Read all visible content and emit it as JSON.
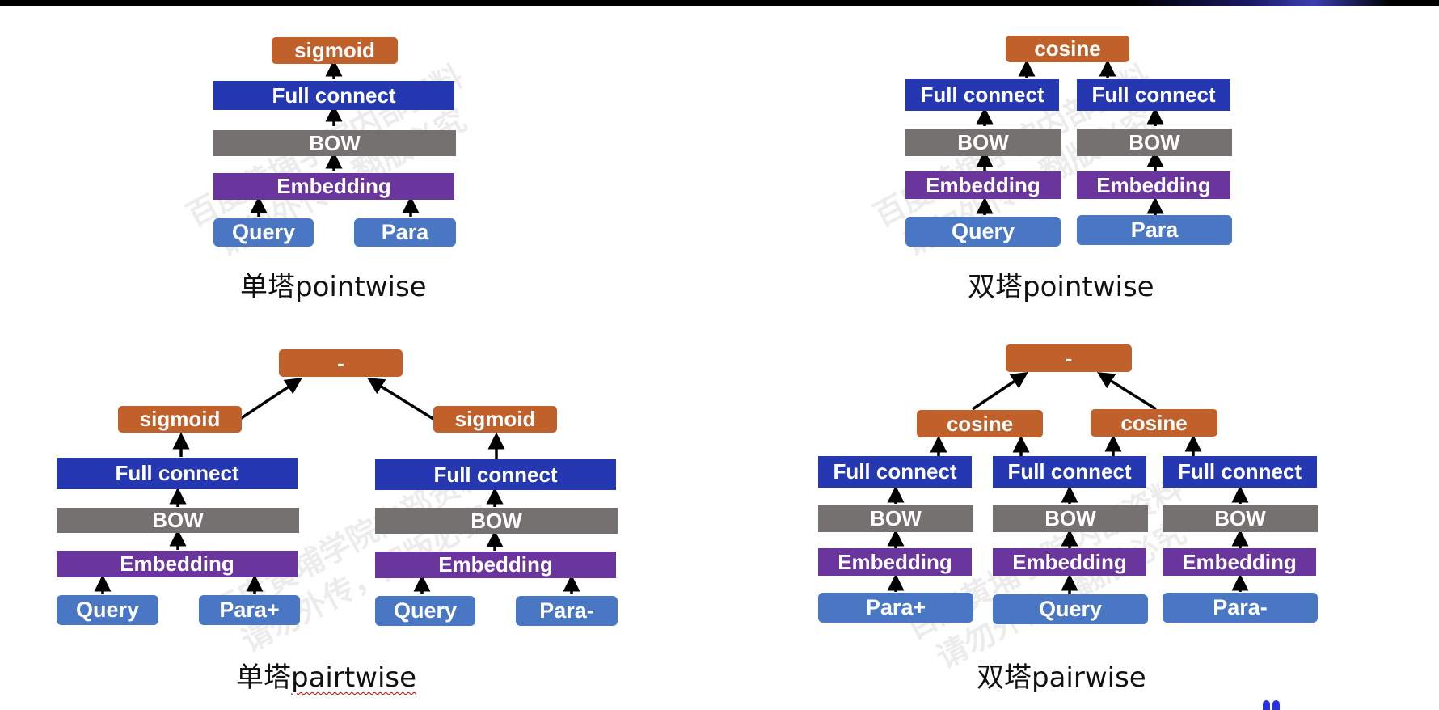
{
  "panels": {
    "tl": {
      "caption_cn": "单塔",
      "caption_en": "pointwise",
      "sigmoid": "sigmoid",
      "fc": "Full connect",
      "bow": "BOW",
      "emb": "Embedding",
      "query": "Query",
      "para": "Para"
    },
    "tr": {
      "caption_cn": "双塔",
      "caption_en": "pointwise",
      "cosine": "cosine",
      "fc_left": "Full connect",
      "fc_right": "Full connect",
      "bow_left": "BOW",
      "bow_right": "BOW",
      "emb_left": "Embedding",
      "emb_right": "Embedding",
      "query": "Query",
      "para": "Para"
    },
    "bl": {
      "caption_cn": "单塔",
      "caption_en": "pairtwise",
      "minus": "-",
      "sigmoid_left": "sigmoid",
      "sigmoid_right": "sigmoid",
      "fc_left": "Full connect",
      "fc_right": "Full connect",
      "bow_left": "BOW",
      "bow_right": "BOW",
      "emb_left": "Embedding",
      "emb_right": "Embedding",
      "query_left": "Query",
      "para_plus": "Para+",
      "query_right": "Query",
      "para_minus": "Para-"
    },
    "br": {
      "caption_cn": "双塔",
      "caption_en": "pairwise",
      "minus": "-",
      "cosine_left": "cosine",
      "cosine_right": "cosine",
      "fc_1": "Full connect",
      "fc_2": "Full connect",
      "fc_3": "Full connect",
      "bow_1": "BOW",
      "bow_2": "BOW",
      "bow_3": "BOW",
      "emb_1": "Embedding",
      "emb_2": "Embedding",
      "emb_3": "Embedding",
      "para_plus": "Para+",
      "query": "Query",
      "para_minus": "Para-"
    }
  },
  "watermark": {
    "line1": "百度黄埔学院内部资料",
    "line2": "请勿外传，翻版必究"
  },
  "colors": {
    "orange": "#c0602a",
    "full_connect": "#2538b2",
    "bow": "#767171",
    "embedding": "#6a359d",
    "input": "#4a77c4",
    "logo": "#2932e1"
  }
}
